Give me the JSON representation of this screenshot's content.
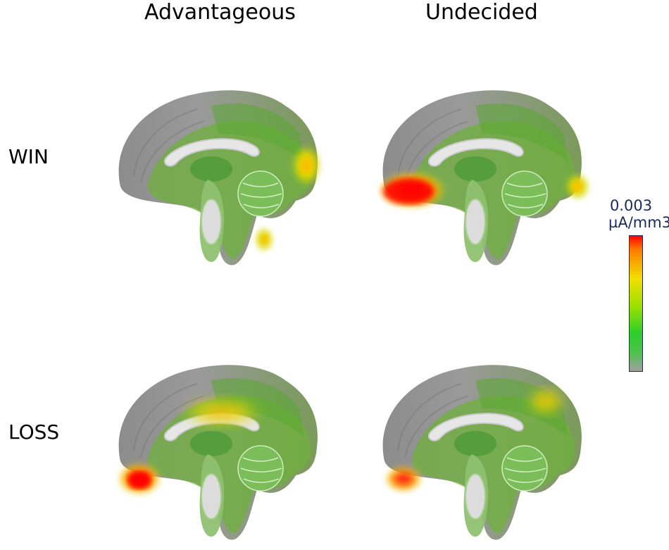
{
  "columns": [
    "Advantageous",
    "Undecided"
  ],
  "rows": [
    "WIN",
    "LOSS"
  ],
  "colorbar": {
    "max_value": "0.003",
    "unit": "µA/mm3",
    "colors": [
      "#ff0000",
      "#ff7a00",
      "#f0e000",
      "#9be000",
      "#2ccf2c",
      "#a0a0a0"
    ]
  },
  "panels": [
    {
      "row": "WIN",
      "column": "Advantageous",
      "hotspot_intensity": 0.55
    },
    {
      "row": "WIN",
      "column": "Undecided",
      "hotspot_intensity": 1.0
    },
    {
      "row": "LOSS",
      "column": "Advantageous",
      "hotspot_intensity": 1.0
    },
    {
      "row": "LOSS",
      "column": "Undecided",
      "hotspot_intensity": 0.75
    }
  ]
}
